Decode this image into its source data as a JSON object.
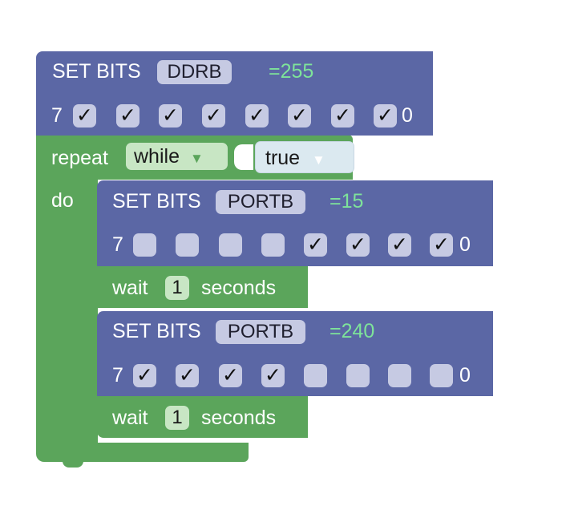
{
  "blocks": {
    "set_ddrb": {
      "label": "SET BITS",
      "register": "DDRB",
      "value_text": "=255",
      "msb": "7",
      "lsb": "0",
      "bits": [
        true,
        true,
        true,
        true,
        true,
        true,
        true,
        true
      ]
    },
    "repeat": {
      "label": "repeat",
      "mode": "while",
      "condition": "true",
      "do_label": "do"
    },
    "set_portb_1": {
      "label": "SET BITS",
      "register": "PORTB",
      "value_text": "=15",
      "msb": "7",
      "lsb": "0",
      "bits": [
        false,
        false,
        false,
        false,
        true,
        true,
        true,
        true
      ]
    },
    "wait_1": {
      "label": "wait",
      "amount": "1",
      "unit": "seconds"
    },
    "set_portb_2": {
      "label": "SET BITS",
      "register": "PORTB",
      "value_text": "=240",
      "msb": "7",
      "lsb": "0",
      "bits": [
        true,
        true,
        true,
        true,
        false,
        false,
        false,
        false
      ]
    },
    "wait_2": {
      "label": "wait",
      "amount": "1",
      "unit": "seconds"
    }
  },
  "colors": {
    "set_bits_block": "#5b67a5",
    "control_block": "#5ba55b",
    "value_text": "#7ee39a",
    "field_bg": "#c6cae3"
  }
}
